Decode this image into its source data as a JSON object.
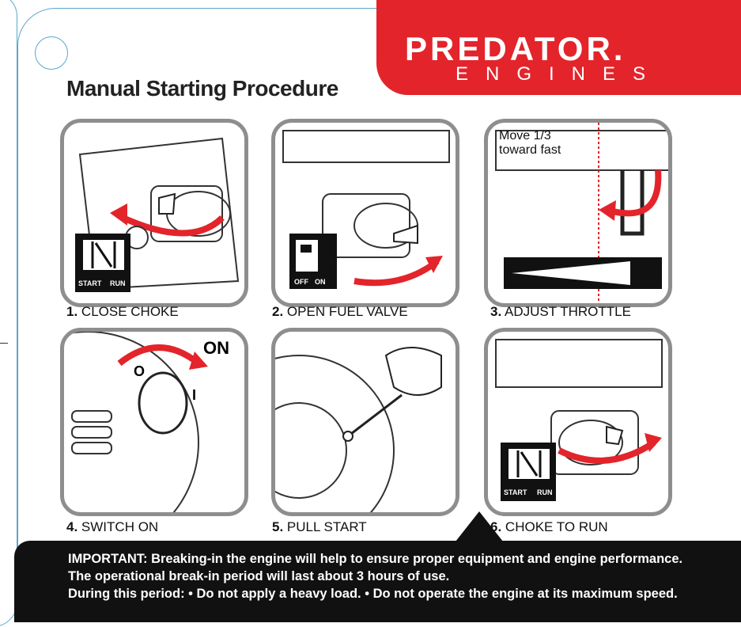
{
  "brand": {
    "name": "PREDATOR.",
    "sub": "ENGINES"
  },
  "title": "Manual Starting Procedure",
  "steps": [
    {
      "num": "1.",
      "label": "CLOSE CHOKE"
    },
    {
      "num": "2.",
      "label": "OPEN FUEL VALVE"
    },
    {
      "num": "3.",
      "label": "ADJUST THROTTLE"
    },
    {
      "num": "4.",
      "label": "SWITCH ON"
    },
    {
      "num": "5.",
      "label": "PULL START"
    },
    {
      "num": "6.",
      "label": "CHOKE TO RUN"
    }
  ],
  "labels": {
    "start": "START",
    "run": "RUN",
    "off": "OFF",
    "on": "ON",
    "throttle_note_1": "Move 1/3",
    "throttle_note_2": "toward fast",
    "switch_on": "ON",
    "switch_o": "O",
    "switch_i": "I"
  },
  "footer": {
    "important": "IMPORTANT:",
    "line1": " Breaking-in the engine will help to ensure proper equipment and engine performance.",
    "line2": "The operational break-in period will last about 3 hours of use.",
    "line3": "During this period: • Do not apply a heavy load. • Do not operate the engine at its maximum speed."
  },
  "colors": {
    "brand_red": "#e3242b",
    "arrow_red": "#e3242b",
    "frame_blue": "#5aa7cc"
  }
}
